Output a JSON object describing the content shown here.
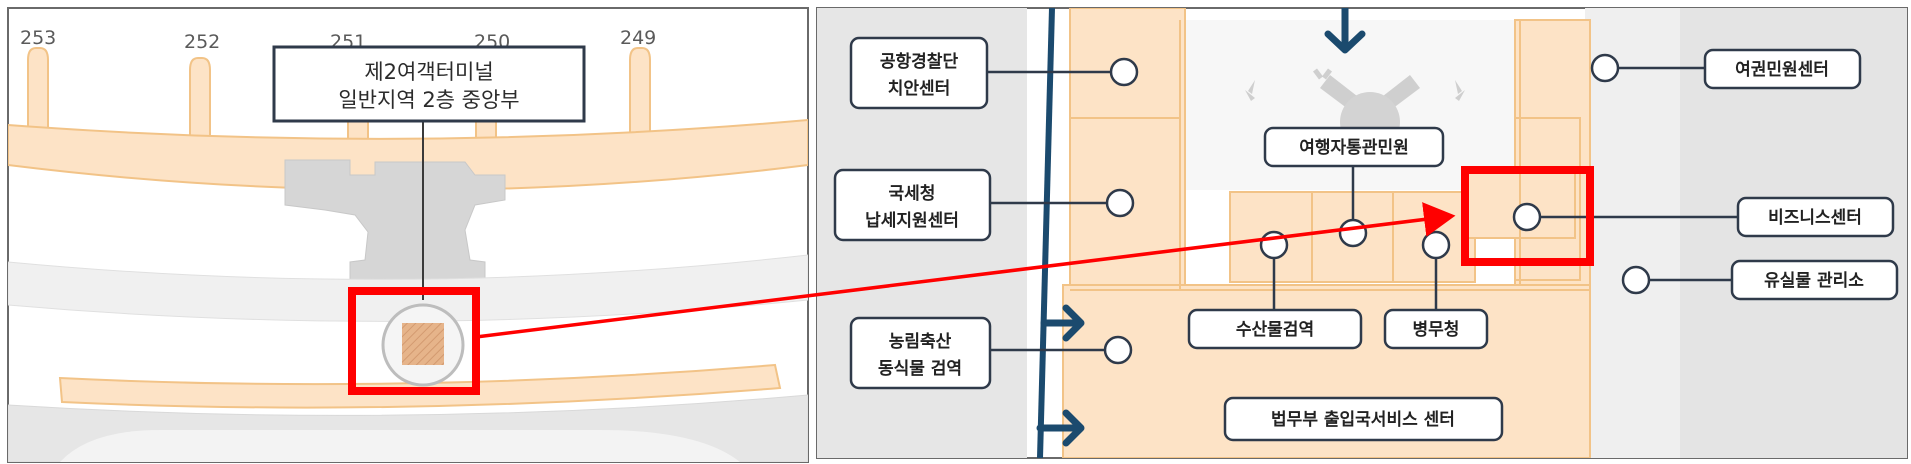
{
  "left_panel": {
    "gates": [
      "253",
      "252",
      "251",
      "250",
      "249"
    ],
    "location_label": {
      "line1": "제2여객터미널",
      "line2": "일반지역 2층 중앙부"
    }
  },
  "right_panel": {
    "places": {
      "police": [
        "공항경찰단",
        "치안센터"
      ],
      "tax": [
        "국세청",
        "납세지원센터"
      ],
      "agri": [
        "농림축산",
        "동식물 검역"
      ],
      "customs": "여행자통관민원",
      "fish": "수산물검역",
      "military": "병무청",
      "immigration": "법무부 출입국서비스 센터",
      "passport": "여권민원센터",
      "business": "비즈니스센터",
      "lost_found": "유실물 관리소"
    }
  },
  "colors": {
    "area_fill": "#fde3c6",
    "area_line": "#f2c387",
    "corridor": "#d9d9d9",
    "route": "#1b4a6e",
    "highlight": "#ff0000",
    "label_border": "#2f3a4a"
  }
}
